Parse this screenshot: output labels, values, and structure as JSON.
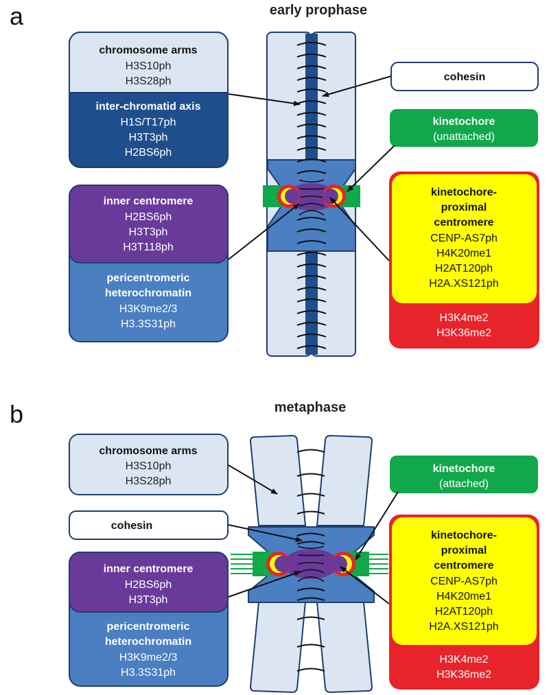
{
  "panel_a": {
    "letter": "a",
    "title": "early prophase",
    "boxes": {
      "chromosome_arms": {
        "title": "chromosome arms",
        "lines": [
          "H3S10ph",
          "H3S28ph"
        ]
      },
      "inter_chromatid_axis": {
        "title": "inter-chromatid axis",
        "lines": [
          "H1S/T17ph",
          "H3T3ph",
          "H2BS6ph"
        ]
      },
      "inner_centromere": {
        "title": "inner centromere",
        "lines": [
          "H2BS6ph",
          "H3T3ph",
          "H3T118ph"
        ]
      },
      "pericentromeric": {
        "title_lines": [
          "pericentromeric",
          "heterochromatin"
        ],
        "lines": [
          "H3K9me2/3",
          "H3.3S31ph"
        ]
      },
      "cohesin": {
        "title": "cohesin"
      },
      "kinetochore": {
        "title": "kinetochore",
        "subtitle": "(unattached)"
      },
      "kinetochore_proximal": {
        "title_lines": [
          "kinetochore-",
          "proximal",
          "centromere"
        ],
        "lines": [
          "CENP-AS7ph",
          "H4K20me1",
          "H2AT120ph",
          "H2A.XS121ph"
        ]
      },
      "red_marks": {
        "lines": [
          "H3K4me2",
          "H3K36me2"
        ]
      }
    }
  },
  "panel_b": {
    "letter": "b",
    "title": "metaphase",
    "boxes": {
      "chromosome_arms": {
        "title": "chromosome arms",
        "lines": [
          "H3S10ph",
          "H3S28ph"
        ]
      },
      "cohesin": {
        "title": "cohesin"
      },
      "inner_centromere": {
        "title": "inner centromere",
        "lines": [
          "H2BS6ph",
          "H3T3ph"
        ]
      },
      "pericentromeric": {
        "title_lines": [
          "pericentromeric",
          "heterochromatin"
        ],
        "lines": [
          "H3K9me2/3",
          "H3.3S31ph"
        ]
      },
      "kinetochore": {
        "title": "kinetochore",
        "subtitle": "(attached)"
      },
      "kinetochore_proximal": {
        "title_lines": [
          "kinetochore-",
          "proximal",
          "centromere"
        ],
        "lines": [
          "CENP-AS7ph",
          "H4K20me1",
          "H2AT120ph",
          "H2A.XS121ph"
        ]
      },
      "red_marks": {
        "lines": [
          "H3K4me2",
          "H3K36me2"
        ]
      }
    }
  },
  "colors": {
    "light_blue": "#dce6f2",
    "dark_navy": "#1f4e8c",
    "mid_blue": "#4a7fc1",
    "purple": "#6a3a9a",
    "green": "#10a84a",
    "yellow": "#ffff00",
    "red": "#e8242a",
    "outline": "#1f3d6e"
  }
}
